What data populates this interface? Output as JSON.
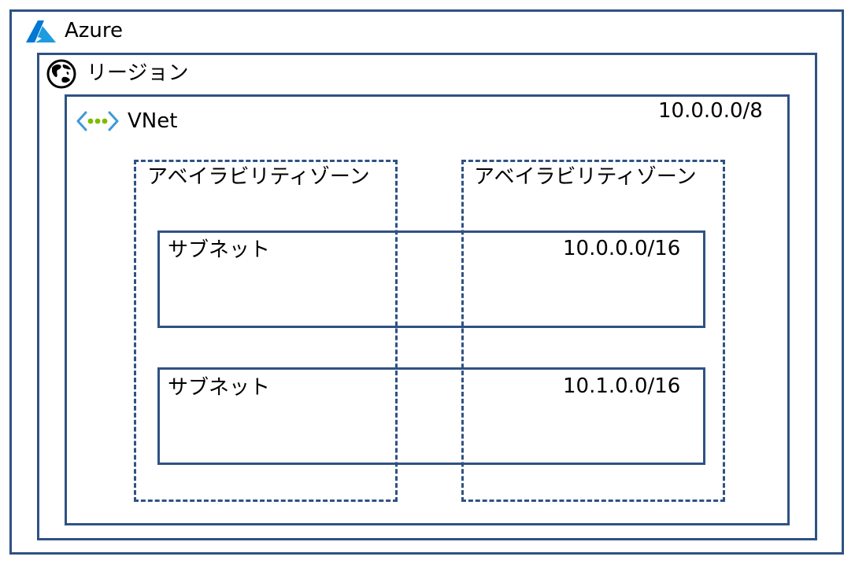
{
  "azure": {
    "label": "Azure",
    "icon": "azure-logo-icon"
  },
  "region": {
    "label": "リージョン",
    "icon": "globe-icon"
  },
  "vnet": {
    "label": "VNet",
    "cidr": "10.0.0.0/8",
    "icon": "vnet-icon"
  },
  "availability_zones": [
    {
      "label": "アベイラビリティゾーン"
    },
    {
      "label": "アベイラビリティゾーン"
    }
  ],
  "subnets": [
    {
      "label": "サブネット",
      "cidr": "10.0.0.0/16"
    },
    {
      "label": "サブネット",
      "cidr": "10.1.0.0/16"
    }
  ],
  "colors": {
    "border": "#2f5283",
    "azure_blue": "#0078d4",
    "vnet_green": "#7fba00"
  }
}
